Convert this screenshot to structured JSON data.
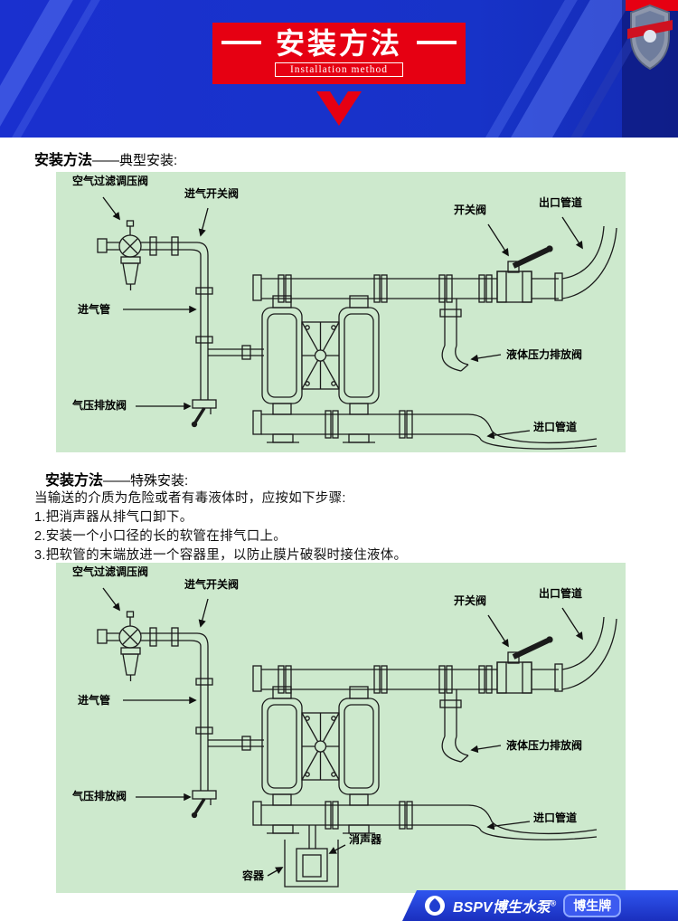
{
  "banner": {
    "title": "安装方法",
    "subtitle": "Installation method"
  },
  "sections": {
    "typical": {
      "heading_bold": "安装方法",
      "heading_suffix": "——典型安装:"
    },
    "special": {
      "heading_bold": "安装方法",
      "heading_suffix": "——特殊安装:",
      "intro": "当输送的介质为危险或者有毒液体时，应按如下步骤:",
      "steps": [
        "1.把消声器从排气口卸下。",
        "2.安装一个小口径的长的软管在排气口上。",
        "3.把软管的末端放进一个容器里，以防止膜片破裂时接住液体。"
      ]
    }
  },
  "diagram_labels": {
    "air_filter_valve": "空气过滤调压阀",
    "intake_switch_valve": "进气开关阀",
    "switch_valve": "开关阀",
    "outlet_pipe": "出口管道",
    "intake_pipe": "进气管",
    "liquid_pressure_relief_valve": "液体压力排放阀",
    "air_pressure_relief_valve": "气压排放阀",
    "inlet_pipe": "进口管道",
    "muffler": "消声器",
    "container": "容器"
  },
  "footer": {
    "brand": "BSPV博生水泵",
    "registered": "®",
    "badge": "博生牌"
  },
  "colors": {
    "banner_blue": "#1832cc",
    "accent_red": "#e60012",
    "panel_green": "#cde9cd",
    "footer_blue": "#2446dd"
  }
}
